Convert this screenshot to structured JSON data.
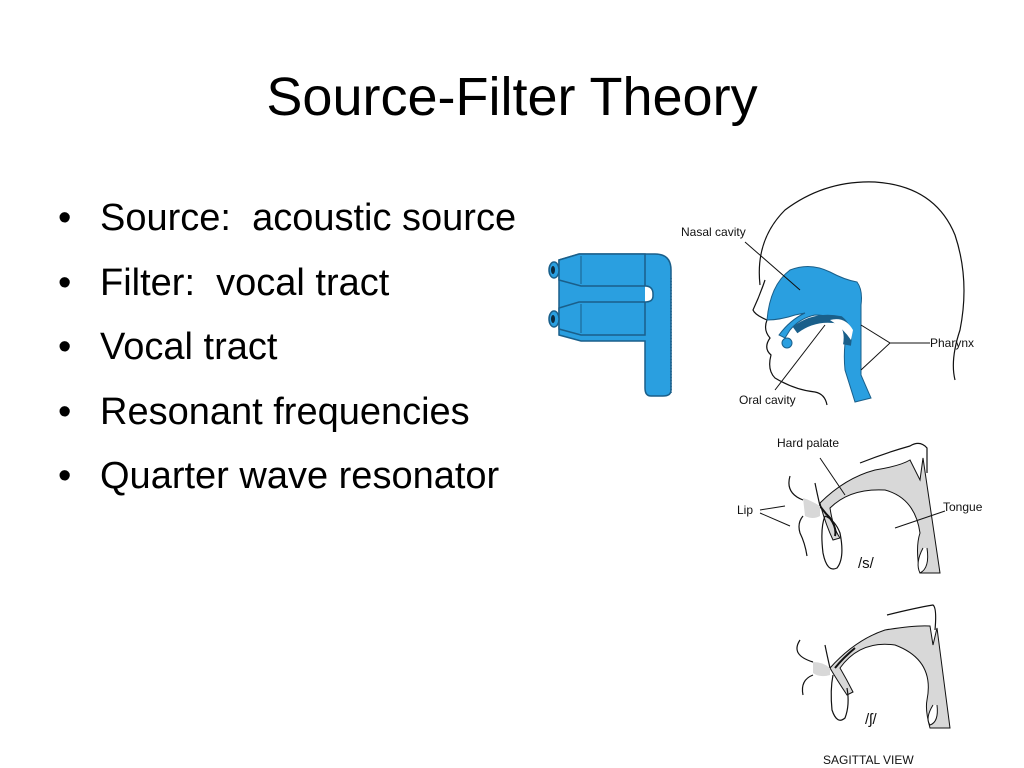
{
  "slide": {
    "title": "Source-Filter Theory",
    "bullet_glyph": "•",
    "bullets": [
      {
        "text": "Source:  acoustic source"
      },
      {
        "text": "Filter:  vocal tract"
      },
      {
        "text": "Vocal tract"
      },
      {
        "text": "Resonant frequencies"
      },
      {
        "text": "Quarter wave resonator"
      }
    ]
  },
  "figures": {
    "tube_model": {
      "icon": "double-tube-resonator-icon",
      "color": "#2a9fe0"
    },
    "head_diagram": {
      "labels": {
        "nasal": "Nasal cavity",
        "pharynx": "Pharynx",
        "oral": "Oral cavity"
      },
      "fill_color": "#2a9fe0"
    },
    "sagittal_s": {
      "labels": {
        "hard_palate": "Hard palate",
        "lip": "Lip",
        "tongue": "Tongue",
        "phoneme": "/s/"
      }
    },
    "sagittal_sh": {
      "labels": {
        "phoneme": "/ʃ/",
        "caption": "SAGITTAL VIEW"
      }
    }
  }
}
